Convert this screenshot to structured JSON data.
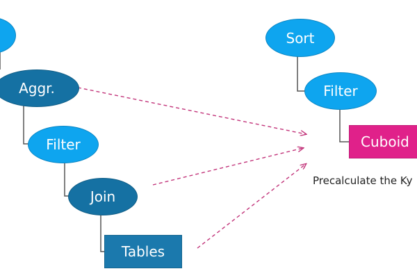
{
  "left_tree": {
    "aggr_label": "Aggr.",
    "filter_label": "Filter",
    "join_label": "Join",
    "tables_label": "Tables"
  },
  "right_tree": {
    "sort_label": "Sort",
    "filter_label": "Filter",
    "cuboid_label": "Cuboid"
  },
  "caption": "Precalculate the Ky",
  "colors": {
    "light_node": "#0ea5ef",
    "dark_node": "#1571a3",
    "tables_box": "#1b79ad",
    "cuboid_box": "#e0218a",
    "arrow": "#c2347a",
    "connector": "#555555"
  }
}
